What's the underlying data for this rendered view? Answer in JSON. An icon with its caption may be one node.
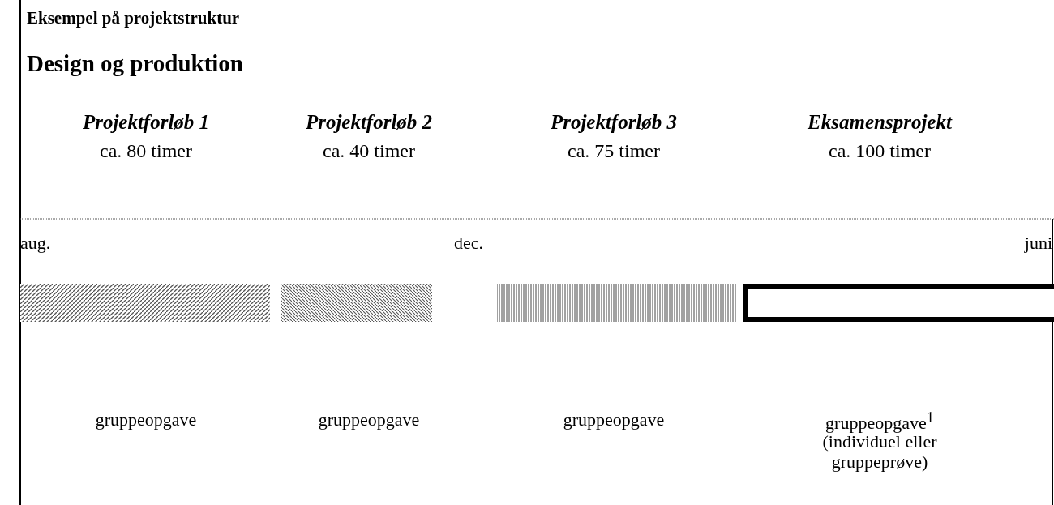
{
  "diagram": {
    "title": "Eksempel på projektstruktur",
    "nodes": [
      {
        "text": [],
        "shape": "bar"
      },
      {
        "text": [],
        "shape": "bar"
      },
      {
        "text": [],
        "shape": "bar"
      },
      {
        "text": [],
        "shape": "box"
      }
    ],
    "labels": [
      "Design og produktion",
      "Projektforløb 1",
      "ca. 80 timer",
      "Projektforløb 2",
      "ca. 40 timer",
      "Projektforløb 3",
      "ca. 75 timer",
      "Eksamensprojekt",
      "ca. 100 timer",
      "aug.",
      "dec.",
      "juni",
      "gruppeopgave",
      "gruppeopgave",
      "gruppeopgave",
      "gruppeopgave$^{1}$",
      "(individuel eller gruppeprøve)"
    ]
  }
}
